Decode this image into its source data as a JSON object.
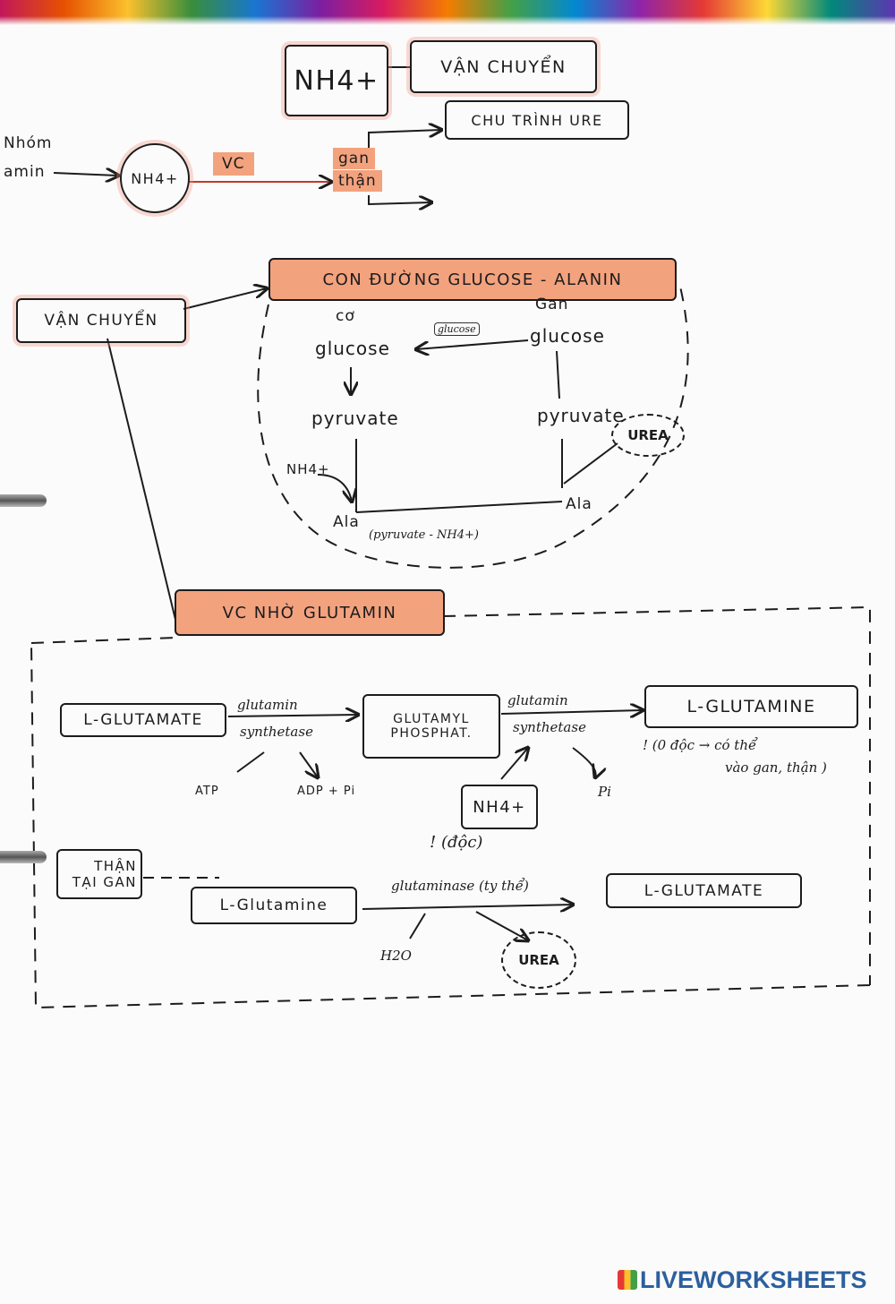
{
  "top": {
    "nh4_main": "NH4+",
    "van_chuyen": "VẬN CHUYỂN",
    "nhom": "Nhóm",
    "amin": "amin",
    "nh4_circle": "NH4+",
    "vc": "VC",
    "gan": "gan",
    "than": "thận",
    "chu_trinh_ure": "CHU TRÌNH URE"
  },
  "alanine": {
    "van_chuyen": "VẬN CHUYỂN",
    "title": "CON ĐƯỜNG GLUCOSE - ALANIN",
    "co": "cơ",
    "gan": "Gan",
    "glucose_left": "glucose",
    "glucose_right": "glucose",
    "glucose_small": "glucose",
    "pyruvate_left": "pyruvate",
    "pyruvate_right": "pyruvate",
    "urea": "UREA",
    "nh4": "NH4+",
    "ala_left": "Ala",
    "ala_right": "Ala",
    "pyruvate_nh4": "(pyruvate - NH4+)"
  },
  "glutamine": {
    "title": "VC NHỜ GLUTAMIN",
    "l_glutamate": "L-GLUTAMATE",
    "enzyme1_top": "glutamin",
    "enzyme1_bottom": "synthetase",
    "glutamyl": "GLUTAMYL",
    "phosphat": "PHOSPHAT.",
    "enzyme2_top": "glutamin",
    "enzyme2_bottom": "synthetase",
    "l_glutamine": "L-GLUTAMINE",
    "note_line1": "! (0 độc → có thể",
    "note_line2": "vào gan, thận )",
    "atp": "ATP",
    "adp": "ADP + Pi",
    "nh4": "NH4+",
    "doc": "! (độc)",
    "pi": "Pi",
    "than": "THẬN",
    "tai_gan": "TẠI GAN",
    "l_glutamine2": "L-Glutamine",
    "glutaminase": "glutaminase (ty thể)",
    "l_glutamate2": "L-GLUTAMATE",
    "h2o": "H2O",
    "urea": "UREA"
  },
  "footer": {
    "logo": "LIVEWORKSHEETS"
  }
}
